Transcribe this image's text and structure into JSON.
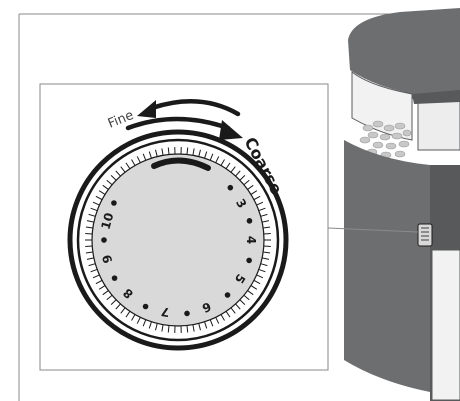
{
  "diagram": {
    "direction_labels": {
      "fine": "Fine",
      "coarse": "Coarse"
    },
    "dial_numbers": [
      "3",
      "4",
      "5",
      "6",
      "7",
      "8",
      "9",
      "10"
    ],
    "colors": {
      "machine_body": "#6d6e70",
      "machine_body_dark": "#58595b",
      "ink": "#1a1a1a",
      "dial_face": "#d9d9d9",
      "frame_stroke": "#8a8a8a"
    }
  }
}
